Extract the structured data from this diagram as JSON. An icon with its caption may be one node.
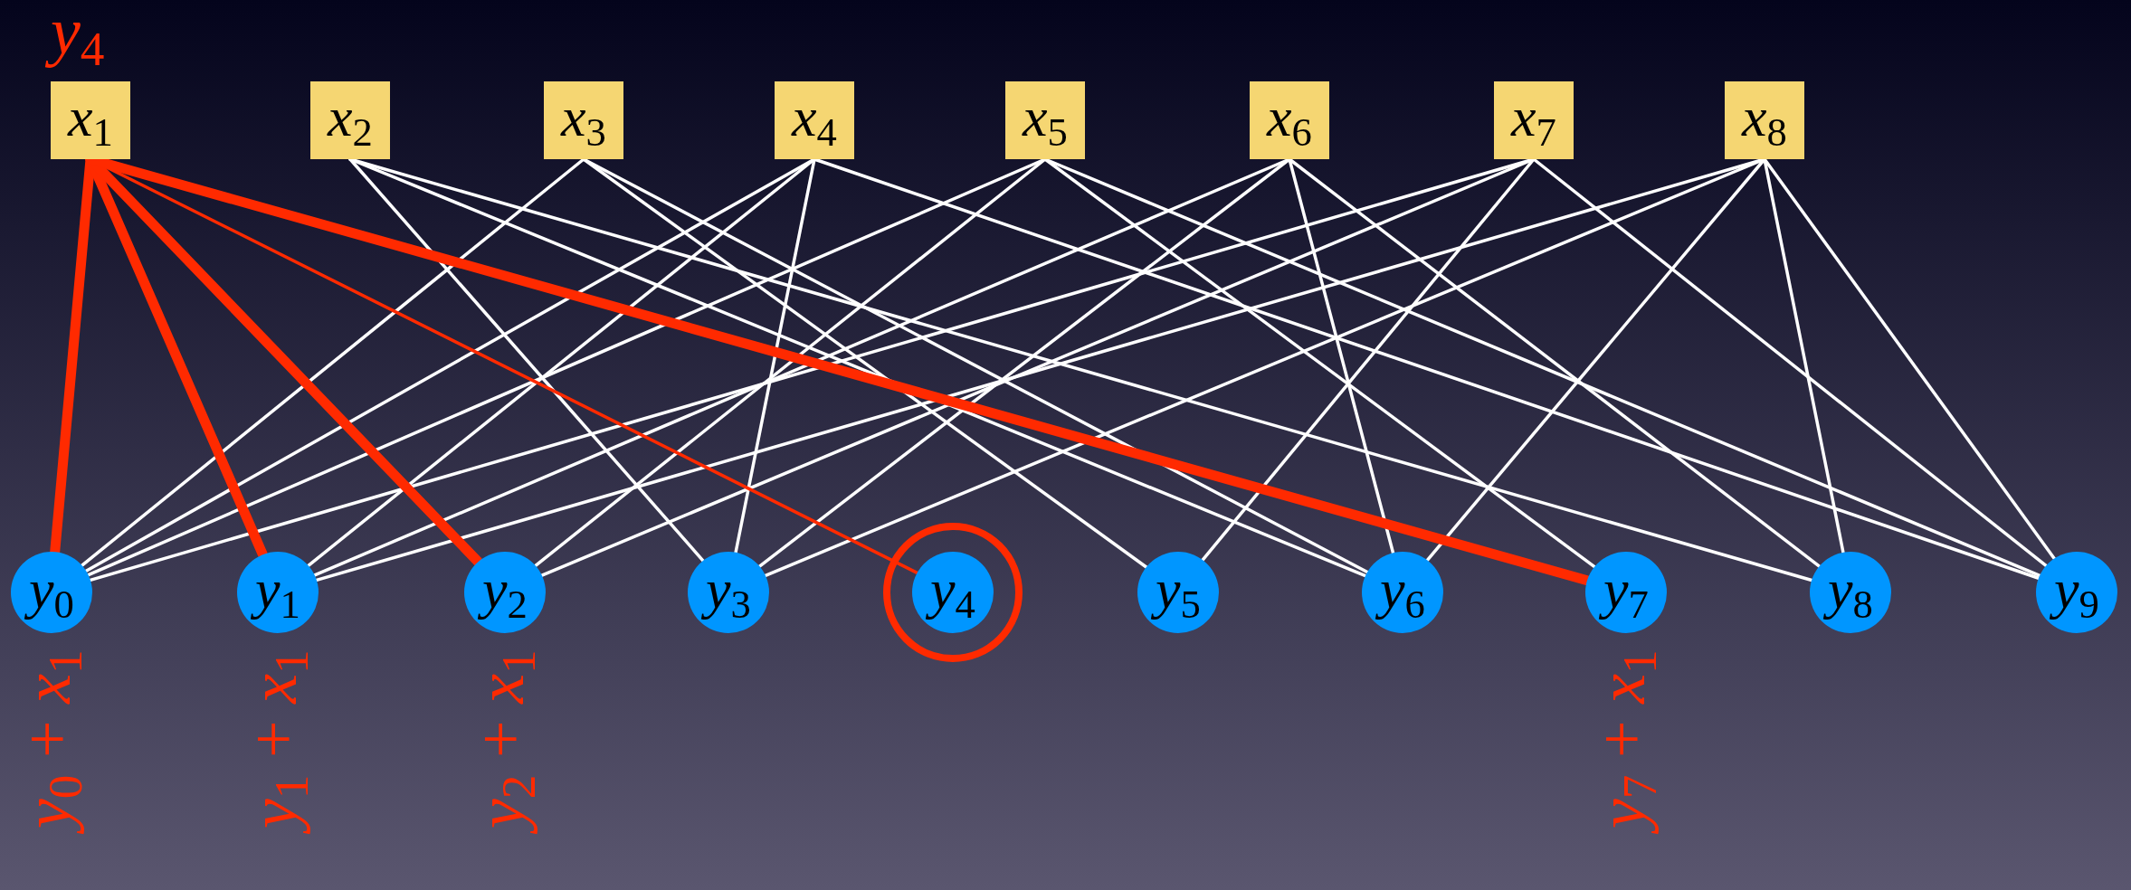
{
  "diagram": {
    "nodes": [
      {
        "text": [
          "*x*$_{1}$"
        ],
        "beside": [
          "*y*$_{4}$"
        ]
      },
      {
        "text": [
          "*x*$_{2}$"
        ]
      },
      {
        "text": [
          "*x*$_{3}$"
        ]
      },
      {
        "text": [
          "*x*$_{4}$"
        ]
      },
      {
        "text": [
          "*x*$_{5}$"
        ]
      },
      {
        "text": [
          "*x*$_{6}$"
        ]
      },
      {
        "text": [
          "*x*$_{7}$"
        ]
      },
      {
        "text": [
          "*x*$_{8}$"
        ]
      },
      {
        "text": [
          "*y*$_{0}$"
        ],
        "beside": [
          "*y*$_{0}$ + *x*$_{1}$"
        ]
      },
      {
        "text": [
          "*y*$_{1}$"
        ],
        "beside": [
          "*y*$_{1}$ + *x*$_{1}$"
        ]
      },
      {
        "text": [
          "*y*$_{2}$"
        ],
        "beside": [
          "*y*$_{2}$ + *x*$_{1}$"
        ]
      },
      {
        "text": [
          "*y*$_{3}$"
        ]
      },
      {
        "text": [
          "*y*$_{4}$"
        ]
      },
      {
        "text": [
          "*y*$_{5}$"
        ]
      },
      {
        "text": [
          "*y*$_{6}$"
        ]
      },
      {
        "text": [
          "*y*$_{7}$"
        ],
        "beside": [
          "*y*$_{7}$ + *x*$_{1}$"
        ]
      },
      {
        "text": [
          "*y*$_{8}$"
        ]
      },
      {
        "text": [
          "*y*$_{9}$"
        ]
      }
    ],
    "edges": [
      {
        "from": 1,
        "to": 11,
        "arrow": "none"
      },
      {
        "from": 1,
        "to": 14,
        "arrow": "none"
      },
      {
        "from": 1,
        "to": 16,
        "arrow": "none"
      },
      {
        "from": 2,
        "to": 8,
        "arrow": "none"
      },
      {
        "from": 2,
        "to": 13,
        "arrow": "none"
      },
      {
        "from": 2,
        "to": 14,
        "arrow": "none"
      },
      {
        "from": 3,
        "to": 8,
        "arrow": "none"
      },
      {
        "from": 3,
        "to": 9,
        "arrow": "none"
      },
      {
        "from": 3,
        "to": 11,
        "arrow": "none"
      },
      {
        "from": 3,
        "to": 17,
        "arrow": "none"
      },
      {
        "from": 4,
        "to": 8,
        "arrow": "none"
      },
      {
        "from": 4,
        "to": 10,
        "arrow": "none"
      },
      {
        "from": 4,
        "to": 15,
        "arrow": "none"
      },
      {
        "from": 4,
        "to": 17,
        "arrow": "none"
      },
      {
        "from": 5,
        "to": 9,
        "arrow": "none"
      },
      {
        "from": 5,
        "to": 11,
        "arrow": "none"
      },
      {
        "from": 5,
        "to": 14,
        "arrow": "none"
      },
      {
        "from": 5,
        "to": 16,
        "arrow": "none"
      },
      {
        "from": 6,
        "to": 8,
        "arrow": "none"
      },
      {
        "from": 6,
        "to": 10,
        "arrow": "none"
      },
      {
        "from": 6,
        "to": 13,
        "arrow": "none"
      },
      {
        "from": 6,
        "to": 17,
        "arrow": "none"
      },
      {
        "from": 7,
        "to": 9,
        "arrow": "none"
      },
      {
        "from": 7,
        "to": 11,
        "arrow": "none"
      },
      {
        "from": 7,
        "to": 14,
        "arrow": "none"
      },
      {
        "from": 7,
        "to": 16,
        "arrow": "none"
      },
      {
        "from": 7,
        "to": 17,
        "arrow": "none"
      },
      {
        "from": 0,
        "to": 12,
        "arrow": "none",
        "color": "#ff2a00"
      },
      {
        "from": 0,
        "to": 8,
        "arrow": "none",
        "style": "thick",
        "color": "#ff2a00"
      },
      {
        "from": 0,
        "to": 9,
        "arrow": "none",
        "style": "thick",
        "color": "#ff2a00"
      },
      {
        "from": 0,
        "to": 10,
        "arrow": "none",
        "style": "thick",
        "color": "#ff2a00"
      },
      {
        "from": 0,
        "to": 15,
        "arrow": "none",
        "style": "thick",
        "color": "#ff2a00"
      }
    ]
  }
}
